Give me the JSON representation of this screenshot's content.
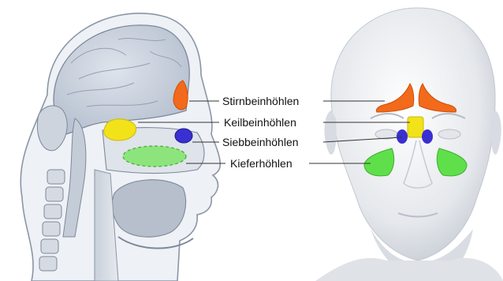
{
  "labels": {
    "frontal": "Stirnbeinhöhlen",
    "sphenoid": "Keilbeinhöhlen",
    "ethmoid": "Siebbeinhöhlen",
    "maxillary": "Kieferhöhlen"
  },
  "colors": {
    "frontal": "#f26a1b",
    "sphenoid": "#f2e21a",
    "ethmoid": "#3a2fd0",
    "maxillary": "#5fe04a",
    "skull_line": "#6d7c90",
    "soft_tissue": "#b9c2cf",
    "face": "#e7eaee"
  }
}
